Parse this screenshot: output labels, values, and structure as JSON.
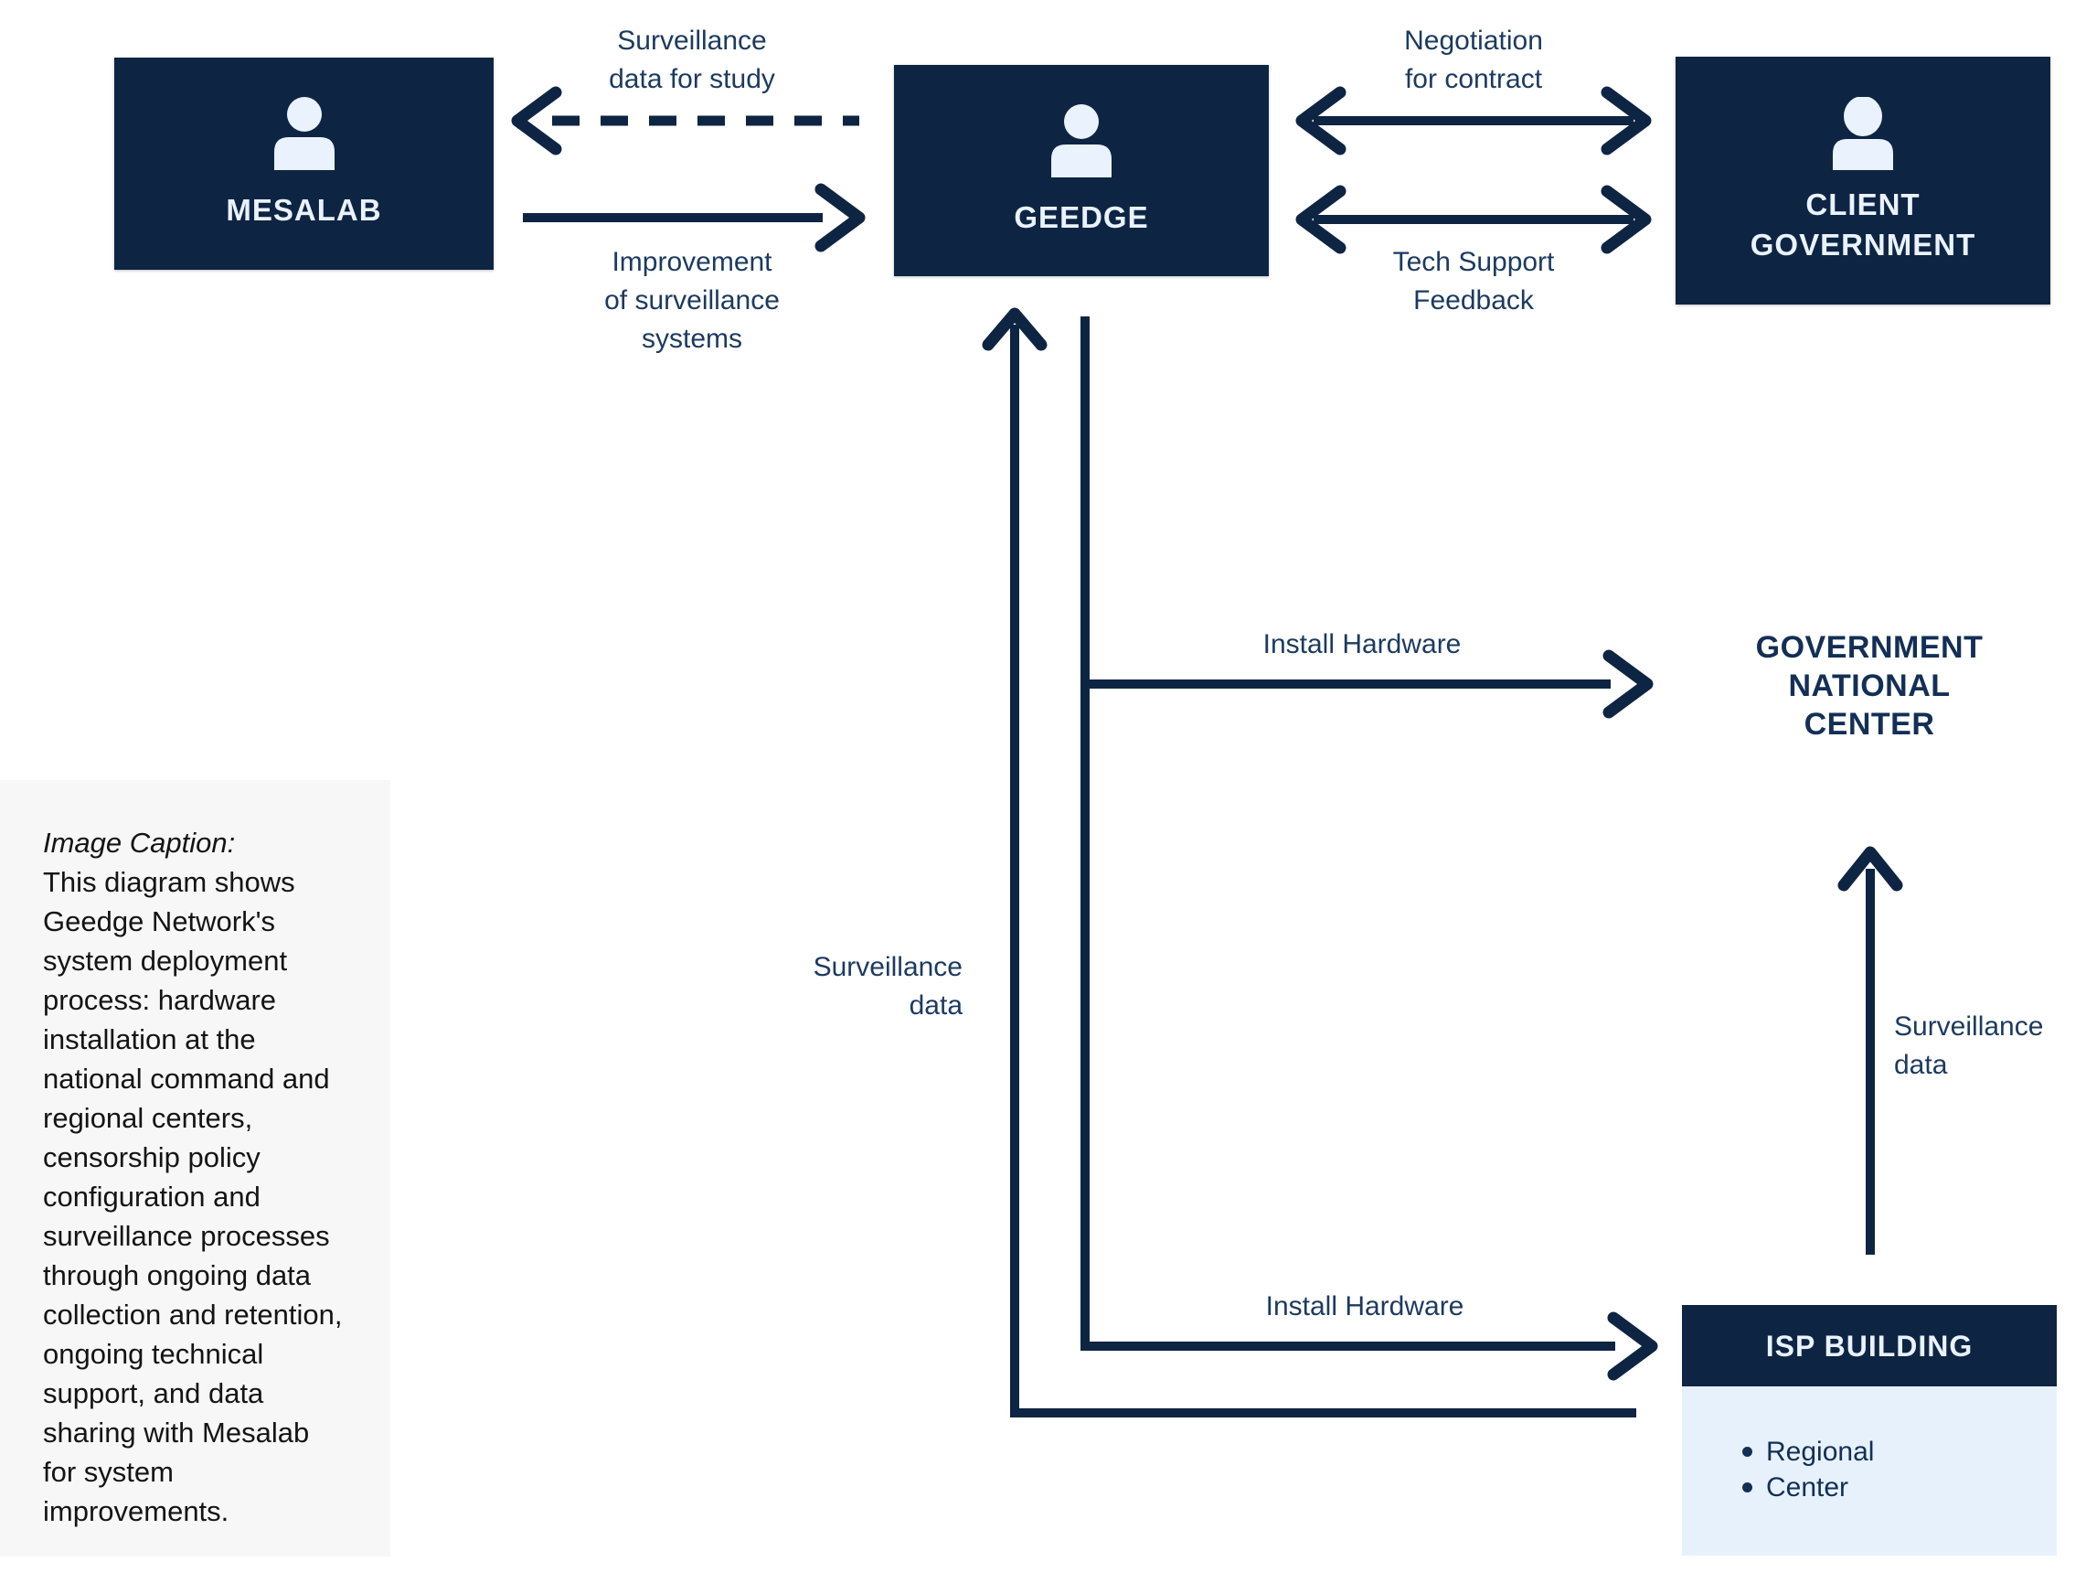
{
  "nodes": {
    "mesalab": {
      "label": "MESALAB"
    },
    "geedge": {
      "label": "GEEDGE"
    },
    "client_government": {
      "label": "CLIENT\nGOVERNMENT"
    },
    "government_national_center": {
      "label": "GOVERNMENT\nNATIONAL\nCENTER"
    },
    "isp_building": {
      "title": "ISP BUILDING",
      "items": [
        "Regional",
        "Center"
      ]
    }
  },
  "edges": {
    "geedge_to_mesalab_dashed": {
      "label": "Surveillance\ndata for study",
      "style": "dashed",
      "direction": "to-mesalab"
    },
    "mesalab_to_geedge_solid": {
      "label": "Improvement\nof surveillance\nsystems",
      "style": "solid",
      "direction": "to-geedge"
    },
    "geedge_client_negotiation": {
      "label": "Negotiation\nfor contract",
      "style": "solid",
      "direction": "both"
    },
    "geedge_client_techsupport": {
      "label": "Tech Support\nFeedback",
      "style": "solid",
      "direction": "both"
    },
    "geedge_to_gnc_install": {
      "label": "Install Hardware",
      "style": "solid",
      "direction": "to-government-national-center"
    },
    "geedge_to_isp_install": {
      "label": "Install Hardware",
      "style": "solid",
      "direction": "to-isp-building"
    },
    "isp_to_geedge_surveillance": {
      "label": "Surveillance\ndata",
      "style": "solid",
      "direction": "to-geedge"
    },
    "isp_to_gnc_surveillance": {
      "label": "Surveillance\ndata",
      "style": "solid",
      "direction": "to-government-national-center"
    }
  },
  "caption": {
    "title": "Image Caption:",
    "body": "This diagram shows\nGeedge Network's\n system deployment\nprocess: hardware\ninstallation at the\nnational command and\nregional centers,\ncensorship policy\nconfiguration and\nsurveillance processes\nthrough ongoing data\ncollection and retention,\nongoing technical\nsupport, and data\nsharing with Mesalab\nfor system\nimprovements."
  },
  "colors": {
    "navy_box": "#0e2443",
    "annotation_text": "#1c3a5f",
    "heading_text": "#132f56",
    "box_label_text": "#e9f2fd",
    "isp_body_bg": "#e7f1fc",
    "caption_bg": "#f7f7f7"
  }
}
